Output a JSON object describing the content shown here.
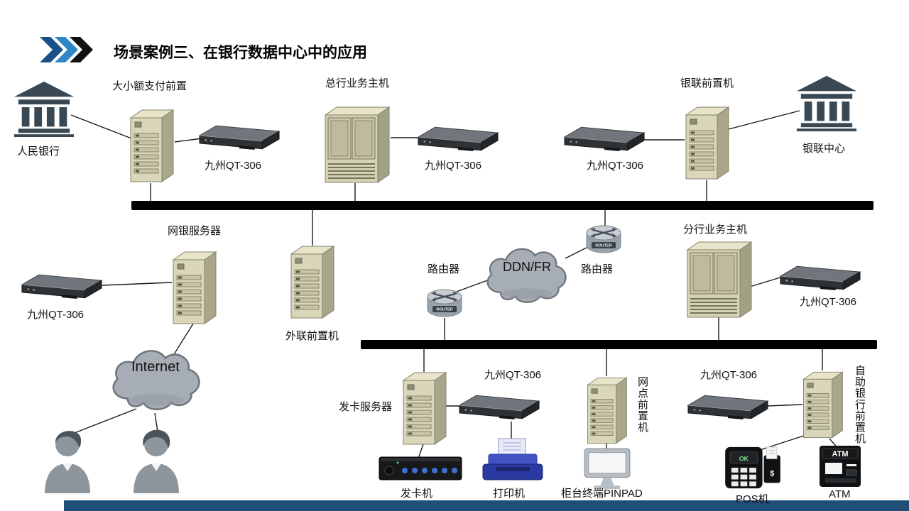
{
  "header": {
    "title": "场景案例三、在银行数据中心中的应用"
  },
  "labels": {
    "pbc": "人民银行",
    "payment_front": "大小额支付前置",
    "qt306": "九州QT-306",
    "head_office_host": "总行业务主机",
    "unionpay_front": "银联前置机",
    "unionpay_center": "银联中心",
    "ebank_server": "网银服务器",
    "external_front": "外联前置机",
    "internet": "Internet",
    "router": "路由器",
    "ddn_fr": "DDN/FR",
    "branch_host": "分行业务主机",
    "card_server": "发卡服务器",
    "card_machine": "发卡机",
    "printer": "打印机",
    "outlet_front": "网点前置机",
    "counter_pinpad": "柜台终端PINPAD",
    "self_bank_front": "自助银行前置机",
    "pos": "POS机",
    "atm": "ATM",
    "router_badge": "ROUTER",
    "pos_screen": "OK",
    "pos_currency": "$",
    "atm_badge": "ATM"
  },
  "colors": {
    "accent_blue": "#2e75b6",
    "footer_bar": "#1f4e79",
    "bus": "#000000"
  }
}
